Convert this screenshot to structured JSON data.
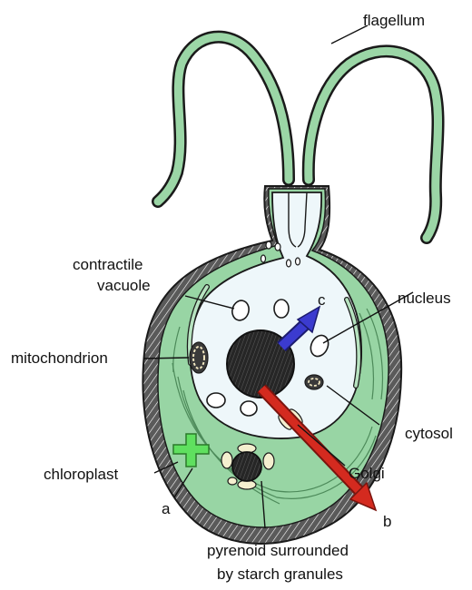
{
  "diagram": {
    "labels": {
      "flagellum": "flagellum",
      "contractile_vacuole_line1": "contractile",
      "contractile_vacuole_line2": "vacuole",
      "nucleus": "nucleus",
      "mitochondrion": "mitochondrion",
      "cytosol": "cytosol",
      "chloroplast": "chloroplast",
      "golgi": "Golgi",
      "pyrenoid_line1": "pyrenoid surrounded",
      "pyrenoid_line2": "by starch granules"
    },
    "markers": {
      "a": "a",
      "b": "b",
      "c": "c"
    },
    "colors": {
      "cell_green": "#98d5a4",
      "flagellum_green": "#9bd6a6",
      "cytoplasm": "#eef7fa",
      "nucleus": "#2b2b2b",
      "arrow_blue": "#3b3bcf",
      "arrow_red": "#d42a1f",
      "cross_green": "#5fe05f"
    }
  }
}
